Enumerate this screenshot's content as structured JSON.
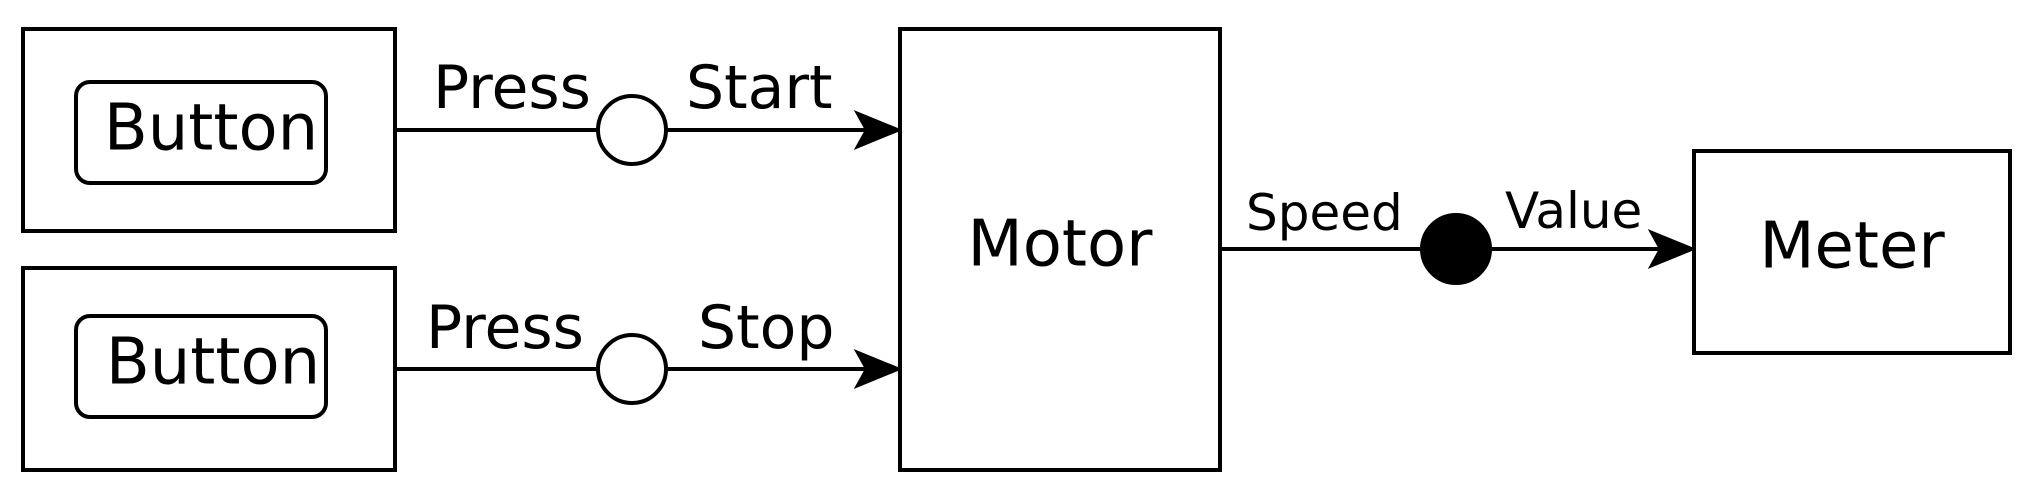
{
  "nodes": {
    "button_top": {
      "label": "Button"
    },
    "button_bottom": {
      "label": "Button"
    },
    "motor": {
      "label": "Motor"
    },
    "meter": {
      "label": "Meter"
    }
  },
  "edges": {
    "top": {
      "left_label": "Press",
      "right_label": "Start"
    },
    "bottom": {
      "left_label": "Press",
      "right_label": "Stop"
    },
    "output": {
      "left_label": "Speed",
      "right_label": "Value"
    }
  },
  "colors": {
    "stroke": "#000000",
    "background": "#ffffff"
  }
}
